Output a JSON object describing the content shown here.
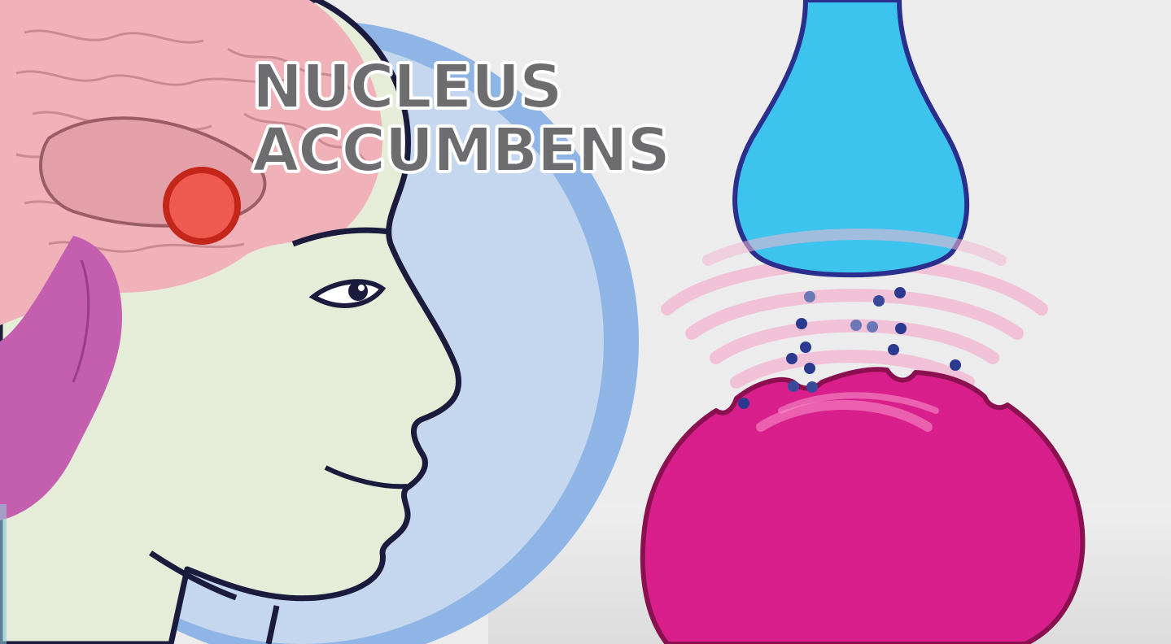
{
  "title": {
    "line1": "NUCLEUS",
    "line2": "ACCUMBENS"
  },
  "colors": {
    "background": "#ececec",
    "skin": "#e5ecd8",
    "outline": "#1b1b3d",
    "halo_outer": "#8fb4e6",
    "halo_inner": "#c4d7ef",
    "brain": "#f0b2b8",
    "brain_folds": "#c98a92",
    "cerebellum_stem": "#c45fb0",
    "marker": "#ee5a50",
    "marker_ring": "#c4261a",
    "presynaptic": "#3cc3ee",
    "presynaptic_outline": "#2a2e8c",
    "postsynaptic": "#d81f8c",
    "postsynaptic_outline": "#8a1050",
    "signal_waves": "#f2b8d2",
    "neurotransmitter": "#2b3a8f",
    "title_text": "#6d6d6f"
  },
  "icons": {
    "marker": "nucleus-accumbens-marker-dot",
    "head": "human-head-profile",
    "presynaptic": "presynaptic-neuron-terminal",
    "postsynaptic": "postsynaptic-neuron",
    "particles": "dopamine-molecules"
  }
}
